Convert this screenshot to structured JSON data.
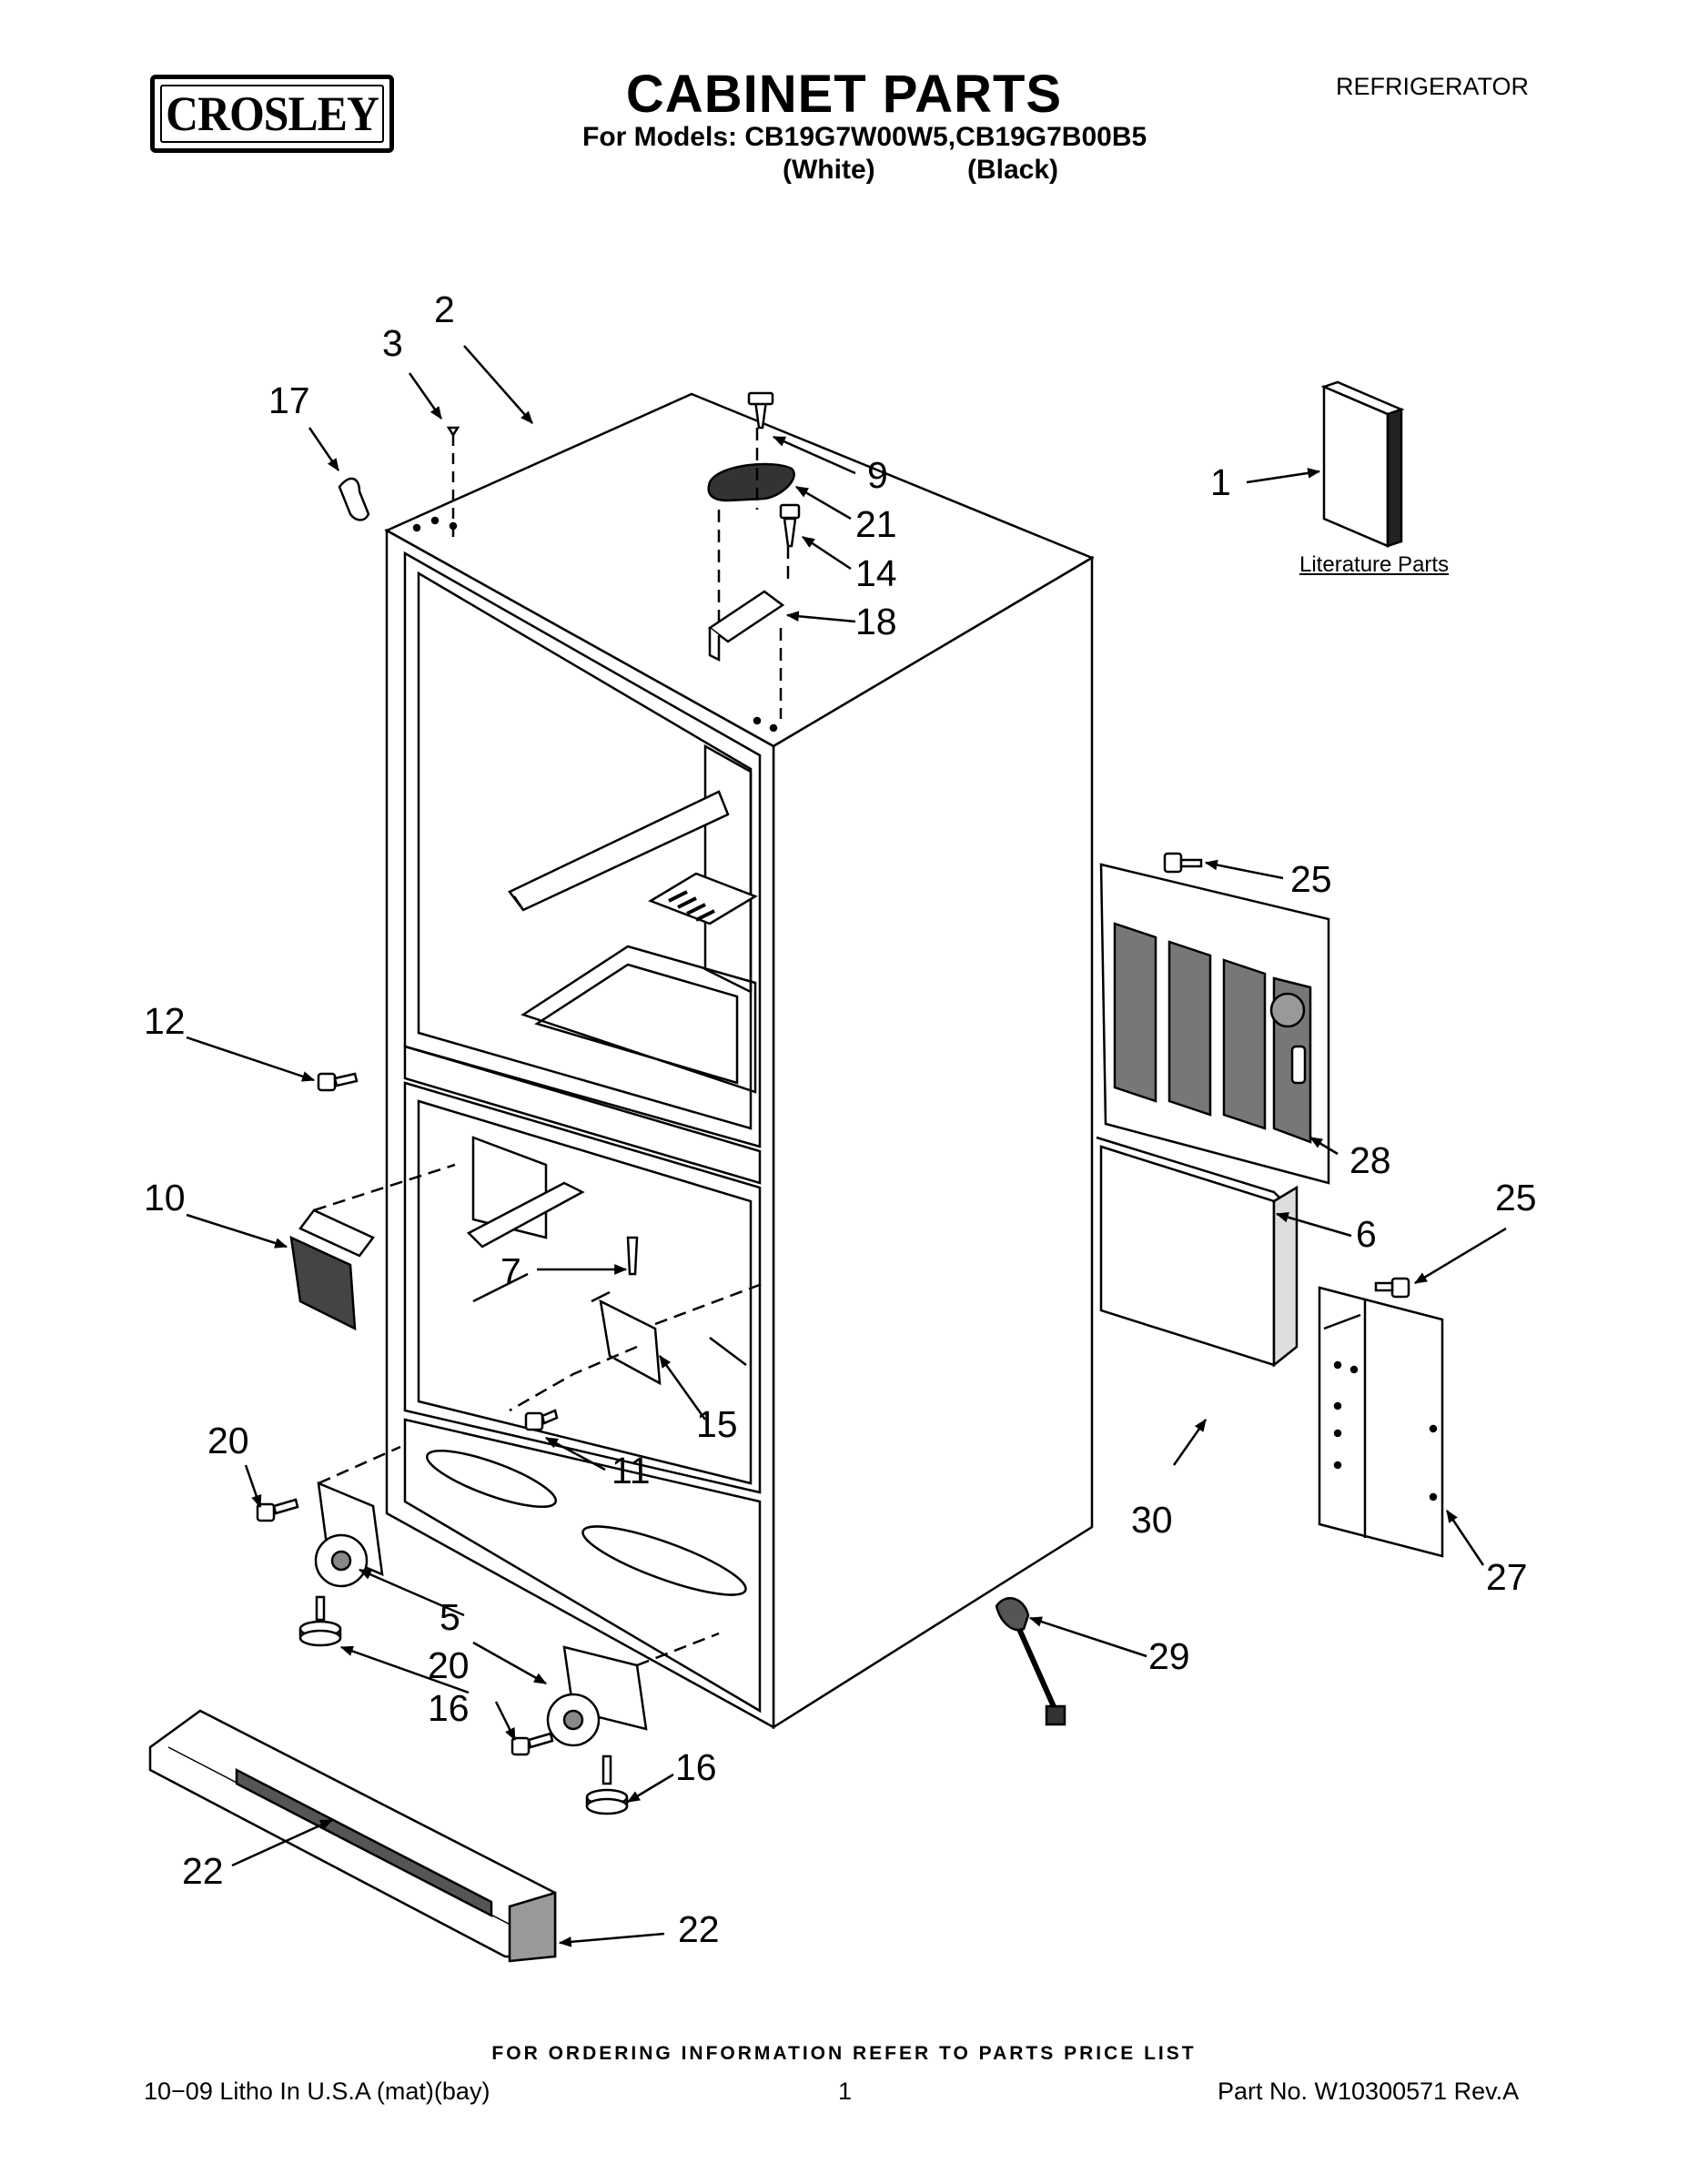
{
  "header": {
    "brand": "CROSLEY",
    "title": "CABINET PARTS",
    "models": "For Models: CB19G7W00W5,CB19G7B00B5",
    "variant_white": "(White)",
    "variant_black": "(Black)",
    "category": "REFRIGERATOR"
  },
  "literature_label": "Literature Parts",
  "callouts": {
    "c1": "1",
    "c2": "2",
    "c3": "3",
    "c5": "5",
    "c6": "6",
    "c7": "7",
    "c9": "9",
    "c10": "10",
    "c11": "11",
    "c12": "12",
    "c14": "14",
    "c15": "15",
    "c16a": "16",
    "c16b": "16",
    "c17": "17",
    "c18": "18",
    "c20a": "20",
    "c20b": "20",
    "c21": "21",
    "c22a": "22",
    "c22b": "22",
    "c25a": "25",
    "c25b": "25",
    "c27": "27",
    "c28": "28",
    "c29": "29",
    "c30": "30"
  },
  "footer": {
    "note": "FOR ORDERING INFORMATION REFER TO PARTS PRICE LIST",
    "litho": "10−09 Litho In U.S.A (mat)(bay)",
    "page": "1",
    "part_no": "Part No. W10300571 Rev.A"
  }
}
